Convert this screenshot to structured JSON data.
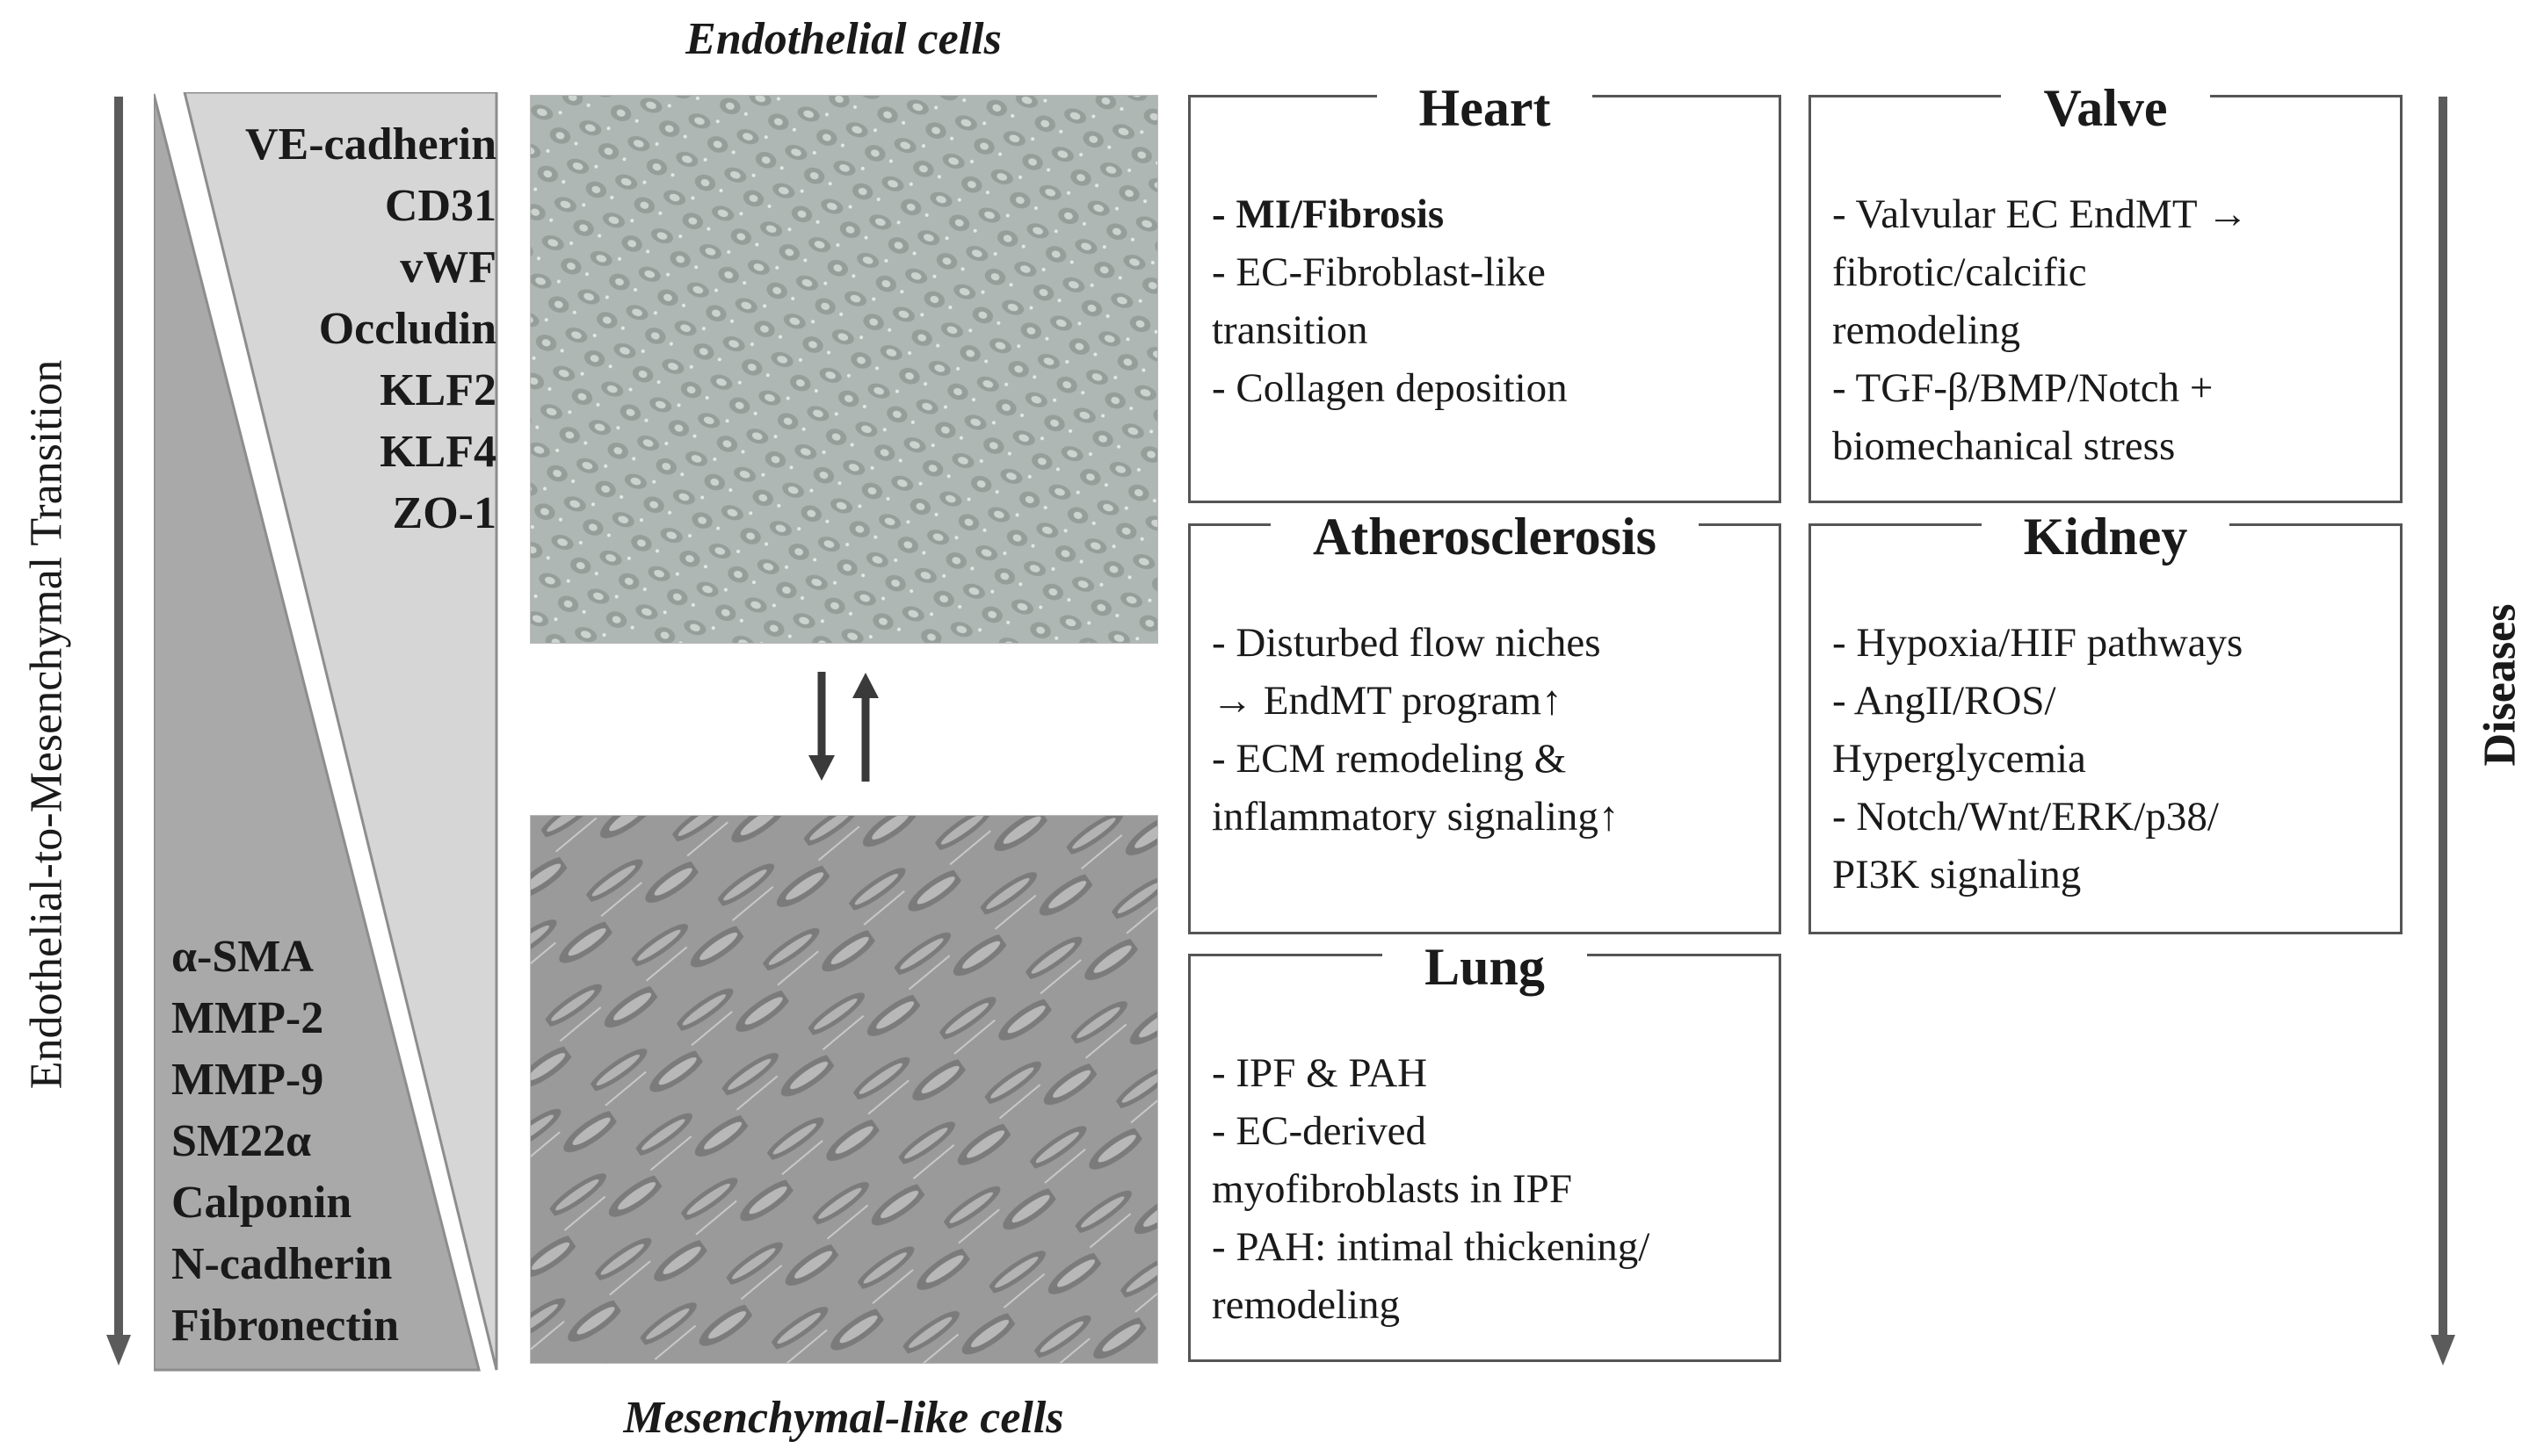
{
  "axis_left": {
    "label": "Endothelial-to-Mesenchymal Transition"
  },
  "axis_right": {
    "label": "Diseases"
  },
  "endothelial_markers": [
    "VE-cadherin",
    "CD31",
    "vWF",
    "Occludin",
    "KLF2",
    "KLF4",
    "ZO-1"
  ],
  "mesenchymal_markers": [
    "α-SMA",
    "MMP-2",
    "MMP-9",
    "SM22α",
    "Calponin",
    "N-cadherin",
    "Fibronectin"
  ],
  "images": {
    "top_label": "Endothelial cells",
    "bottom_label": "Mesenchymal-like cells"
  },
  "colors": {
    "arrow": "#5b5b5b",
    "triangle_light": "#d6d6d6",
    "triangle_dark": "#a9a9a9",
    "box_border": "#555555"
  },
  "diseases": {
    "heart": {
      "title": "Heart",
      "lines": [
        "- MI/Fibrosis",
        "- EC-Fibroblast-like",
        "transition",
        "- Collagen deposition"
      ]
    },
    "valve": {
      "title": "Valve",
      "lines": [
        "- Valvular EC EndMT →",
        "fibrotic/calcific",
        "remodeling",
        "- TGF-β/BMP/Notch +",
        "biomechanical stress"
      ]
    },
    "atherosclerosis": {
      "title": "Atherosclerosis",
      "lines": [
        "- Disturbed flow niches",
        "→ EndMT program↑",
        "- ECM remodeling &",
        "inflammatory signaling↑"
      ]
    },
    "kidney": {
      "title": "Kidney",
      "lines": [
        "- Hypoxia/HIF pathways",
        "- AngII/ROS/",
        "Hyperglycemia",
        "- Notch/Wnt/ERK/p38/",
        "PI3K signaling"
      ]
    },
    "lung": {
      "title": "Lung",
      "lines": [
        "- IPF & PAH",
        "- EC-derived",
        "myofibroblasts in IPF",
        "- PAH: intimal thickening/",
        "remodeling"
      ]
    }
  }
}
